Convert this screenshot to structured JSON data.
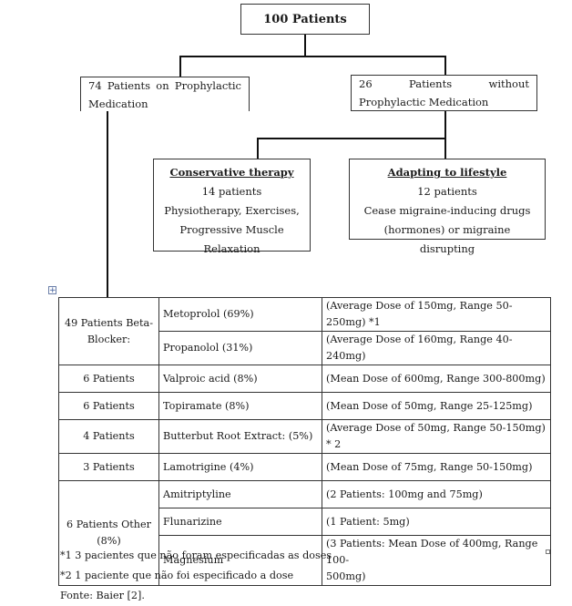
{
  "top": {
    "title": "100 Patients"
  },
  "left_branch": {
    "w1": "74",
    "w2": "Patients",
    "w3": "on",
    "w4": "Prophylactic",
    "line2": "Medication"
  },
  "right_branch": {
    "w1": "26",
    "w2": "Patients",
    "w3": "without",
    "line2": "Prophylactic Medication"
  },
  "conservative": {
    "heading": "Conservative therapy",
    "count": "14 patients",
    "detail1": "Physiotherapy, Exercises,",
    "detail2": "Progressive Muscle Relaxation"
  },
  "lifestyle": {
    "heading": "Adapting to lifestyle",
    "count": "12 patients",
    "detail1": "Cease migraine-inducing drugs",
    "detail2": "(hormones) or migraine disrupting"
  },
  "table": {
    "rows": [
      {
        "group": "49 Patients Beta-\nBlocker:",
        "drug": "Metoprolol (69%)",
        "dose": "(Average Dose of 150mg, Range 50-250mg) *1"
      },
      {
        "drug": "Propanolol (31%)",
        "dose": "(Average Dose of 160mg, Range 40-240mg)"
      },
      {
        "group": "6 Patients",
        "drug": "Valproic acid (8%)",
        "dose": "(Mean Dose of 600mg, Range 300-800mg)"
      },
      {
        "group": "6 Patients",
        "drug": "Topiramate (8%)",
        "dose": "(Mean Dose of 50mg, Range 25-125mg)"
      },
      {
        "group": "4 Patients",
        "drug": "Butterbut Root Extract: (5%)",
        "dose": "(Average Dose of 50mg, Range 50-150mg) * 2"
      },
      {
        "group": "3 Patients",
        "drug": "Lamotrigine (4%)",
        "dose": "(Mean Dose of 75mg, Range 50-150mg)"
      },
      {
        "group": "6 Patients Other\n(8%)",
        "drug": "Amitriptyline",
        "dose": "(2 Patients: 100mg and 75mg)"
      },
      {
        "drug": "Flunarizine",
        "dose": "(1 Patient: 5mg)"
      },
      {
        "drug": "Magnesium",
        "dose": "(3 Patients: Mean Dose of 400mg, Range 100-\n500mg)"
      }
    ]
  },
  "notes": {
    "n1": "*1 3 pacientes que não foram especificadas as doses",
    "n2": "*2 1 paciente que não foi especificado a dose",
    "source": "Fonte: Baier [2]."
  },
  "icons": {
    "table_move": "table-move-handle-icon",
    "resize": "table-resize-handle-icon"
  }
}
